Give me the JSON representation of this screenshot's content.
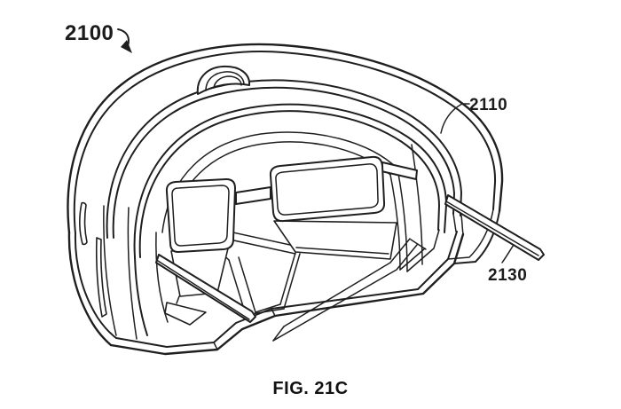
{
  "figure": {
    "reference_label": "2100",
    "caption": "FIG. 21C",
    "callouts": [
      {
        "label": "2110"
      },
      {
        "label": "2130"
      }
    ]
  },
  "colors": {
    "ink": "#1f1f1f",
    "paper": "#ffffff"
  }
}
